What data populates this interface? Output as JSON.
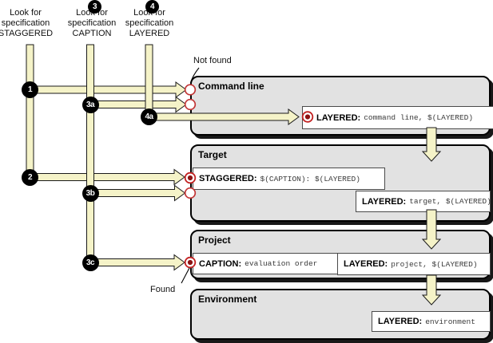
{
  "headers": [
    {
      "number": "",
      "lines": [
        "Look for",
        "specification",
        "STAGGERED"
      ]
    },
    {
      "number": "3",
      "lines": [
        "Look for",
        "specification",
        "CAPTION"
      ]
    },
    {
      "number": "4",
      "lines": [
        "Look for",
        "specification",
        "LAYERED"
      ]
    }
  ],
  "badges": {
    "step1": "1",
    "step2": "2",
    "step3a": "3a",
    "step3b": "3b",
    "step3c": "3c",
    "step4a": "4a"
  },
  "annotations": {
    "not_found": "Not found",
    "found": "Found"
  },
  "sections": {
    "command_line": {
      "title": "Command line",
      "layered": {
        "label": "LAYERED:",
        "value": "command line, $(LAYERED)"
      }
    },
    "target": {
      "title": "Target",
      "staggered": {
        "label": "STAGGERED:",
        "value": "$(CAPTION): $(LAYERED)"
      },
      "layered": {
        "label": "LAYERED:",
        "value": "target, $(LAYERED)"
      }
    },
    "project": {
      "title": "Project",
      "caption": {
        "label": "CAPTION:",
        "value": "evaluation order"
      },
      "layered": {
        "label": "LAYERED:",
        "value": "project, $(LAYERED)"
      }
    },
    "environment": {
      "title": "Environment",
      "layered": {
        "label": "LAYERED:",
        "value": "environment"
      }
    }
  },
  "colors": {
    "arrow_fill": "#f5f3c8",
    "panel_fill": "#e2e2e2",
    "marker_ring": "#c22020",
    "marker_dot": "#8c1212",
    "badge_fill": "#000000"
  }
}
